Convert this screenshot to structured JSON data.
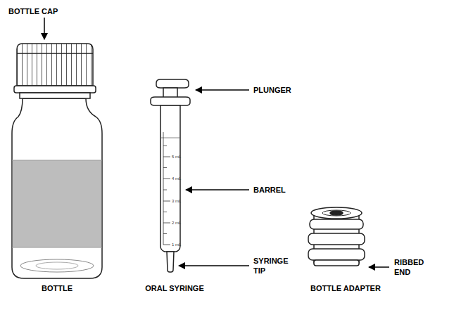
{
  "diagram": {
    "labels": [
      "BOTTLE CAP",
      "PLUNGER",
      "BARREL",
      "SYRINGE TIP",
      "RIBBED END",
      "BOTTLE",
      "ORAL SYRINGE",
      "BOTTLE ADAPTER",
      "5 mL",
      "4 mL",
      "3 mL",
      "2 mL",
      "1 mL"
    ]
  }
}
